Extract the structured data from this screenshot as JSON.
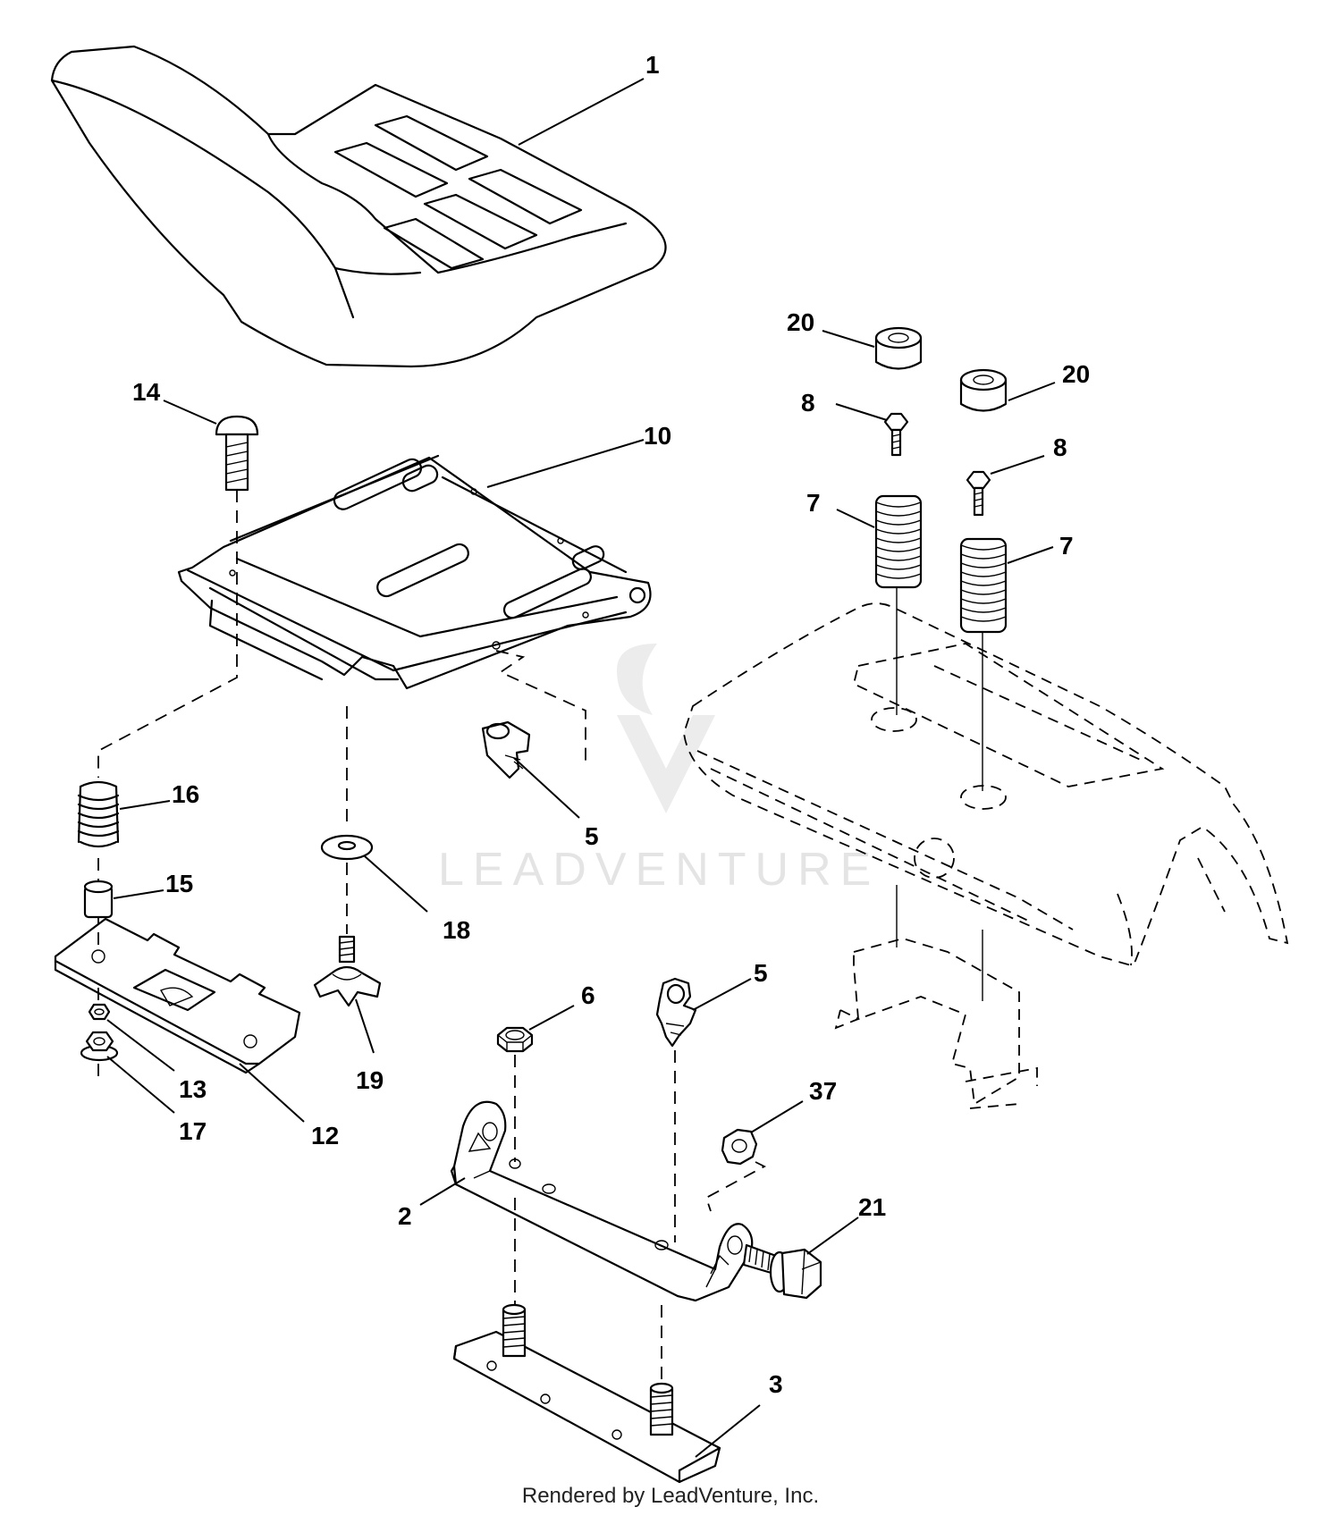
{
  "watermark": "LEADVENTURE",
  "footer": "Rendered by LeadVenture, Inc.",
  "callouts": {
    "c1": "1",
    "c14": "14",
    "c10": "10",
    "c20a": "20",
    "c20b": "20",
    "c8a": "8",
    "c8b": "8",
    "c7a": "7",
    "c7b": "7",
    "c16": "16",
    "c5a": "5",
    "c5b": "5",
    "c15": "15",
    "c18": "18",
    "c6": "6",
    "c13": "13",
    "c19": "19",
    "c17": "17",
    "c12": "12",
    "c37": "37",
    "c2": "2",
    "c21": "21",
    "c3": "3"
  }
}
